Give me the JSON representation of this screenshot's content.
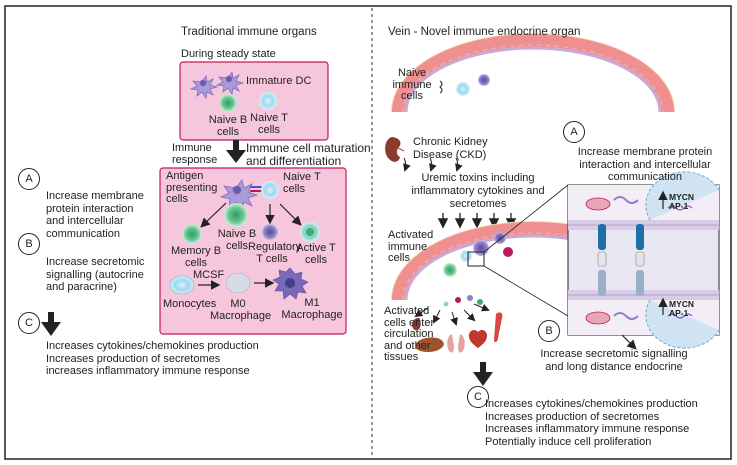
{
  "left": {
    "title": "Traditional immune organs",
    "steady_state": "During steady state",
    "immature_dc": "Immature DC",
    "naive_b_top": [
      "Naive B",
      "cells"
    ],
    "naive_t_top": [
      "Naive T",
      "cells"
    ],
    "immune_response": [
      "Immune",
      "response"
    ],
    "maturation": [
      "Immune cell maturation",
      "and differentiation"
    ],
    "apc": [
      "Antigen",
      "presenting",
      "cells"
    ],
    "naive_t": [
      "Naive T",
      "cells"
    ],
    "memory_b": [
      "Memory B",
      "cells"
    ],
    "naive_b": [
      "Naive B",
      "cells"
    ],
    "regulatory_t": [
      "Regulatory",
      "T cells"
    ],
    "active_t": [
      "Active T",
      "cells"
    ],
    "mcsf": "MCSF",
    "monocytes": "Monocytes",
    "m0": [
      "M0",
      "Macrophage"
    ],
    "m1": [
      "M1",
      "Macrophage"
    ],
    "point_a": {
      "letter": "A",
      "lines": [
        "Increase membrane",
        "protein interaction",
        "and intercellular",
        "communication"
      ]
    },
    "point_b": {
      "letter": "B",
      "lines": [
        "Increase secretomic",
        "signalling (autocrine",
        "and paracrine)"
      ]
    },
    "point_c": {
      "letter": "C",
      "lines": [
        "Increases cytokines/chemokines production",
        "Increases production of secretomes",
        "increases inflammatory immune response"
      ]
    }
  },
  "right": {
    "title": "Vein - Novel immune endocrine organ",
    "naive_cells": [
      "Naive",
      "immune",
      "cells"
    ],
    "ckd": [
      "Chronic Kidney",
      "Disease (CKD)"
    ],
    "uremic": [
      "Uremic toxins including",
      "inflammatory cytokines and",
      "secretomes"
    ],
    "activated": [
      "Activated",
      "immune",
      "cells"
    ],
    "enter": [
      "Activated",
      "cells enter",
      "circulation",
      "and other",
      "tissues"
    ],
    "gene_label_1": [
      "MYCN",
      "AP-1"
    ],
    "gene_label_2": [
      "MYCN",
      "AP-1"
    ],
    "point_a": {
      "letter": "A",
      "lines": [
        "Increase membrane protein",
        "interaction and intercellular",
        "communication"
      ]
    },
    "point_b": {
      "letter": "B",
      "lines": [
        "Increase secretomic signalling",
        "and long distance endocrine"
      ]
    },
    "point_c": {
      "letter": "C",
      "lines": [
        "Increases cytokines/chemokines production",
        "Increases production of secretomes",
        "Increases inflammatory immune response",
        "Potentially induce cell proliferation"
      ]
    }
  },
  "colors": {
    "box_fill": "#f6c7dc",
    "box_stroke": "#c2185b",
    "vessel_pink": "#ef8f8f",
    "vessel_outer": "#f6dcb2",
    "vessel_inner": "#c9a9d6",
    "cell_green": "#3aaa6e",
    "cell_blue": "#8ecfe6",
    "cell_purple": "#8a7bc4"
  }
}
